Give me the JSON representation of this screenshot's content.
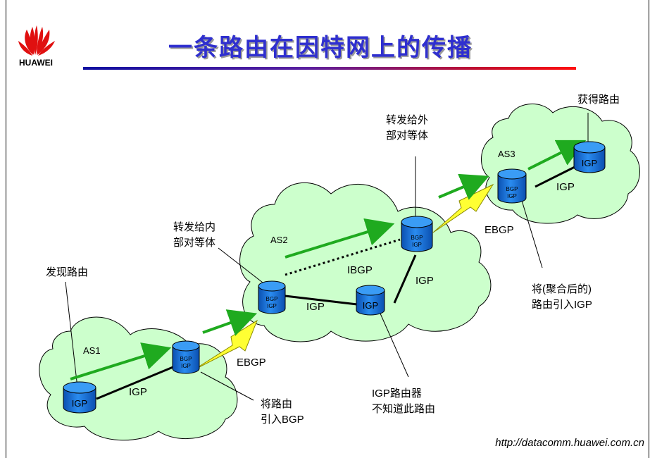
{
  "header": {
    "brand": "HUAWEI",
    "title": "一条路由在因特网上的传播"
  },
  "footer": {
    "url": "http://datacomm.huawei.com.cn"
  },
  "colors": {
    "cloud": "#ccffcc",
    "router": "#1e78e6",
    "arrow": "#1faa1f",
    "title": "#2f2fcf",
    "serial": "#ffff33"
  },
  "diagram": {
    "as_labels": [
      "AS1",
      "AS2",
      "AS3"
    ],
    "router_labels": {
      "igp": "IGP",
      "bgp": "BGP",
      "bgp_igp_igp": "IGP"
    },
    "link_labels": {
      "as1_igp": "IGP",
      "ebgp_1": "EBGP",
      "as2_igp_a": "IGP",
      "as2_igp_b": "IGP",
      "ibgp": "IBGP",
      "ebgp_2": "EBGP",
      "as3_igp": "IGP"
    },
    "callouts": {
      "discover": "发现路由",
      "import_bgp": [
        "将路由",
        "引入BGP"
      ],
      "forward_internal": [
        "转发给内",
        "部对等体"
      ],
      "igp_router_unaware": [
        "IGP路由器",
        "不知道此路由"
      ],
      "forward_external": [
        "转发给外",
        "部对等体"
      ],
      "import_igp": [
        "将(聚合后的)",
        "路由引入IGP"
      ],
      "obtain": "获得路由"
    },
    "icons": [
      "huawei-logo-icon",
      "router-icon",
      "serial-link-icon",
      "arrow-icon",
      "cloud-icon"
    ]
  }
}
